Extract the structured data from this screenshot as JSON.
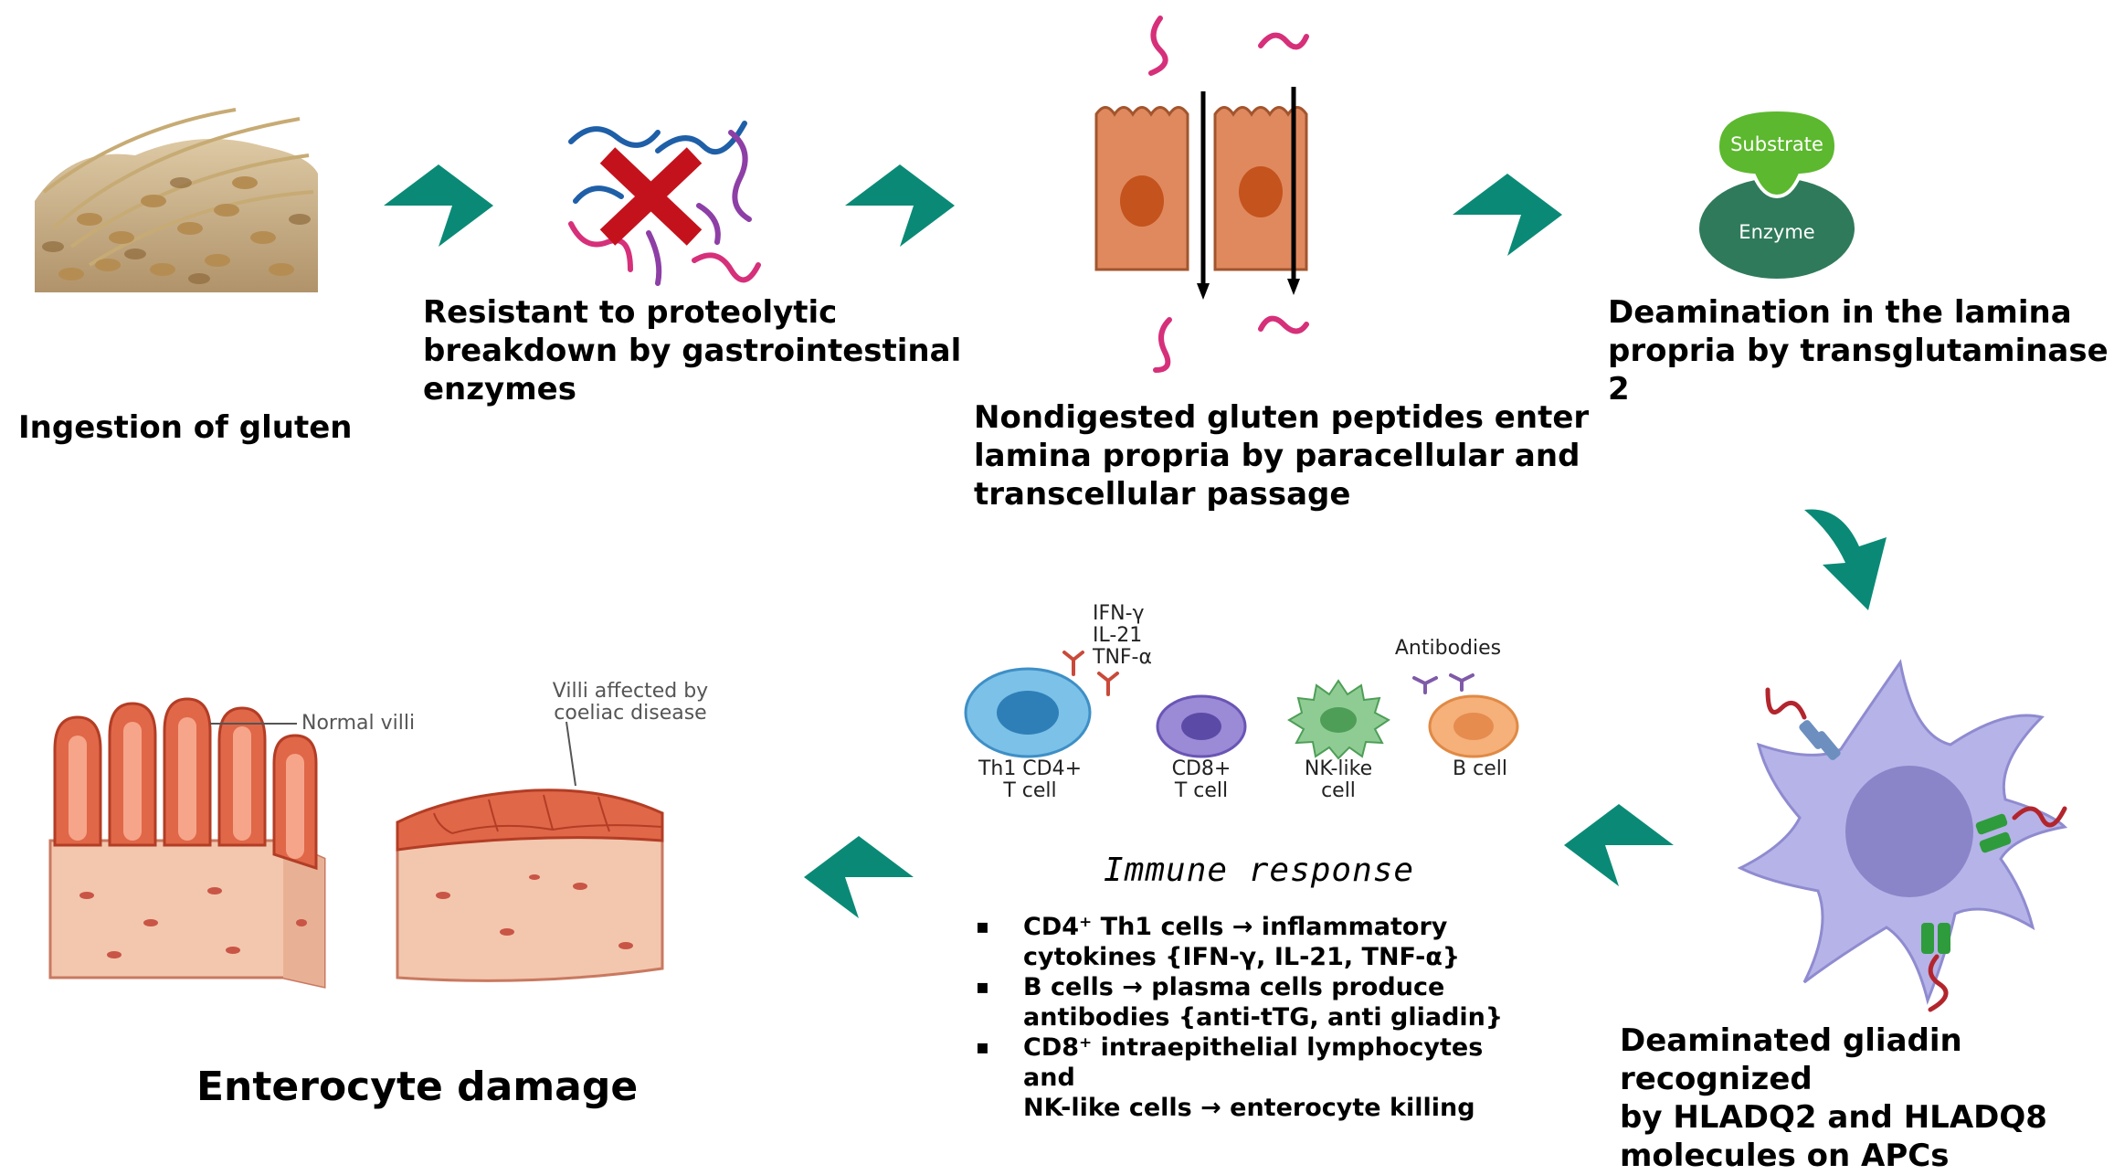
{
  "steps": {
    "ingestion": {
      "lines": [
        "Ingestion of gluten"
      ]
    },
    "resistant": {
      "lines": [
        "Resistant to proteolytic",
        "breakdown by gastrointestinal",
        "enzymes"
      ]
    },
    "passage": {
      "lines": [
        "Nondigested gluten peptides enter",
        "lamina propria by paracellular and",
        "transcellular passage"
      ]
    },
    "deamination": {
      "lines": [
        "Deamination in the lamina",
        "propria by transglutaminase 2"
      ]
    },
    "recognition": {
      "lines": [
        "Deaminated gliadin recognized",
        "by HLADQ2 and HLADQ8",
        "molecules on APCs"
      ]
    },
    "damage": {
      "lines": [
        "Enterocyte damage"
      ]
    }
  },
  "enzyme_diagram": {
    "substrate": "Substrate",
    "enzyme": "Enzyme"
  },
  "immune": {
    "title": "Immune response",
    "cytokines": [
      "IFN-γ",
      "IL-21",
      "TNF-α"
    ],
    "antibodies_label": "Antibodies",
    "cells": [
      {
        "lines": [
          "Th1 CD4+",
          "T cell"
        ]
      },
      {
        "lines": [
          "CD8+",
          "T cell"
        ]
      },
      {
        "lines": [
          "NK-like",
          "cell"
        ]
      },
      {
        "lines": [
          "B cell"
        ]
      }
    ],
    "bullets": [
      {
        "lines": [
          "CD4⁺ Th1 cells → inflammatory",
          "cytokines {IFN-γ, IL-21, TNF-α}"
        ]
      },
      {
        "lines": [
          "B cells → plasma cells produce",
          "antibodies {anti-tTG, anti gliadin}"
        ]
      },
      {
        "lines": [
          "CD8⁺ intraepithelial lymphocytes and",
          "NK-like cells → enterocyte killing"
        ]
      }
    ]
  },
  "villi": {
    "normal_label": "Normal villi",
    "affected_lines": [
      "Villi affected by",
      "coeliac disease"
    ]
  },
  "colors": {
    "arrow": "#0a8a76",
    "peptide_pink": "#d6307a",
    "cell_orange": "#e0895e",
    "substrate_green": "#5cb82e",
    "enzyme_green": "#2f7a5b",
    "apc_lavender": "#b6b3e8",
    "cross_red": "#c4121c"
  }
}
